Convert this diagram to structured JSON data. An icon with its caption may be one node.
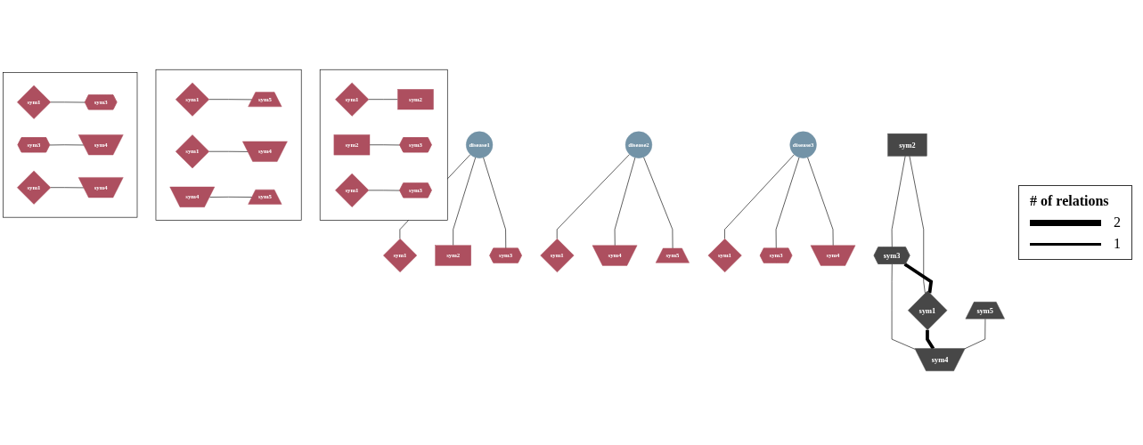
{
  "diagram": {
    "nodes": [
      {
        "text": [
          "disease1"
        ]
      },
      {
        "text": [
          "sym1"
        ]
      },
      {
        "text": [
          "sym2"
        ]
      },
      {
        "text": [
          "sym3"
        ]
      },
      {
        "text": [
          "disease2"
        ]
      },
      {
        "text": [
          "sym1"
        ]
      },
      {
        "text": [
          "sym4"
        ]
      },
      {
        "text": [
          "sym5"
        ]
      },
      {
        "text": [
          "disease3"
        ]
      },
      {
        "text": [
          "sym1"
        ]
      },
      {
        "text": [
          "sym3"
        ]
      },
      {
        "text": [
          "sym4"
        ]
      },
      {
        "text": [],
        "shape": "box"
      },
      {
        "text": [
          "sym1"
        ],
        "in": 12
      },
      {
        "text": [
          "sym2"
        ],
        "in": 12
      },
      {
        "text": [
          "sym2"
        ],
        "in": 12
      },
      {
        "text": [
          "sym3"
        ],
        "in": 12
      },
      {
        "text": [
          "sym1"
        ],
        "in": 12
      },
      {
        "text": [
          "sym3"
        ],
        "in": 12
      },
      {
        "text": [],
        "shape": "box"
      },
      {
        "text": [
          "sym1"
        ],
        "in": 19
      },
      {
        "text": [
          "sym5"
        ],
        "in": 19
      },
      {
        "text": [
          "sym1"
        ],
        "in": 19
      },
      {
        "text": [
          "sym4"
        ],
        "in": 19
      },
      {
        "text": [
          "sym4"
        ],
        "in": 19
      },
      {
        "text": [
          "sym5"
        ],
        "in": 19
      },
      {
        "text": [],
        "shape": "box"
      },
      {
        "text": [
          "sym1"
        ],
        "in": 26
      },
      {
        "text": [
          "sym3"
        ],
        "in": 26
      },
      {
        "text": [
          "sym3"
        ],
        "in": 26
      },
      {
        "text": [
          "sym4"
        ],
        "in": 26
      },
      {
        "text": [
          "sym1"
        ],
        "in": 26
      },
      {
        "text": [
          "sym4"
        ],
        "in": 26
      },
      {
        "text": [
          "sym2"
        ]
      },
      {
        "text": [
          "sym3"
        ]
      },
      {
        "text": [
          "sym1"
        ]
      },
      {
        "text": [
          "sym5"
        ]
      },
      {
        "text": [
          "sym4"
        ]
      }
    ],
    "edges": [
      {
        "from": 0,
        "to": 1,
        "arrow": "none"
      },
      {
        "from": 0,
        "to": 2,
        "arrow": "none"
      },
      {
        "from": 0,
        "to": 3,
        "arrow": "none"
      },
      {
        "from": 4,
        "to": 5,
        "arrow": "none"
      },
      {
        "from": 4,
        "to": 6,
        "arrow": "none"
      },
      {
        "from": 4,
        "to": 7,
        "arrow": "none"
      },
      {
        "from": 8,
        "to": 9,
        "arrow": "none"
      },
      {
        "from": 8,
        "to": 10,
        "arrow": "none"
      },
      {
        "from": 8,
        "to": 11,
        "arrow": "none"
      },
      {
        "from": 13,
        "to": 14,
        "arrow": "none"
      },
      {
        "from": 15,
        "to": 16,
        "arrow": "none"
      },
      {
        "from": 17,
        "to": 18,
        "arrow": "none"
      },
      {
        "from": 20,
        "to": 21,
        "arrow": "none"
      },
      {
        "from": 22,
        "to": 23,
        "arrow": "none"
      },
      {
        "from": 24,
        "to": 25,
        "arrow": "none"
      },
      {
        "from": 27,
        "to": 28,
        "arrow": "none"
      },
      {
        "from": 29,
        "to": 30,
        "arrow": "none"
      },
      {
        "from": 31,
        "to": 32,
        "arrow": "none"
      },
      {
        "from": 33,
        "to": 34,
        "arrow": "none"
      },
      {
        "from": 33,
        "to": 35,
        "arrow": "none"
      },
      {
        "from": 34,
        "to": 35,
        "arrow": "none",
        "style": "thick"
      },
      {
        "from": 34,
        "to": 37,
        "arrow": "none"
      },
      {
        "from": 35,
        "to": 37,
        "arrow": "none",
        "style": "thick"
      },
      {
        "from": 36,
        "to": 37,
        "arrow": "none"
      }
    ],
    "labels": [
      "# of relations"
    ],
    "legend": [
      {
        "text": "2"
      },
      {
        "text": "1"
      }
    ]
  }
}
